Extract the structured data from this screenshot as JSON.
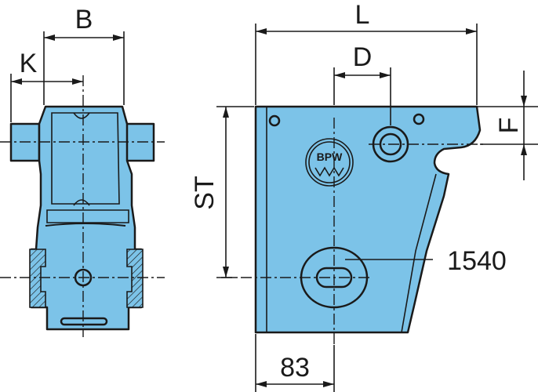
{
  "drawing": {
    "labels": {
      "B": "B",
      "K": "K",
      "L": "L",
      "D": "D",
      "F": "F",
      "ST": "ST",
      "dim_1540": "1540",
      "dim_83": "83"
    },
    "logo_text": "BPW",
    "colors": {
      "part_fill": "#7cc3e8",
      "outline": "#1a1a1a",
      "background": "#ffffff"
    }
  }
}
